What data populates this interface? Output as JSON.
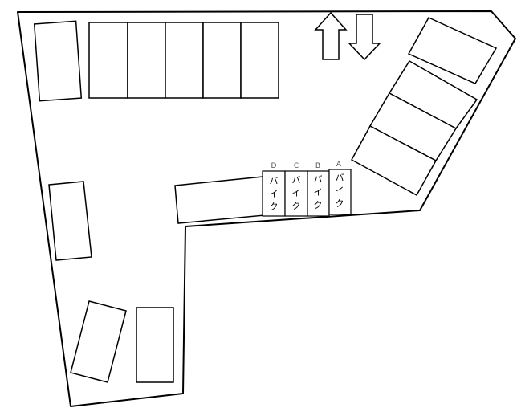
{
  "bike_spaces": [
    {
      "letter": "D",
      "kana": [
        "バ",
        "イ",
        "ク"
      ]
    },
    {
      "letter": "C",
      "kana": [
        "バ",
        "イ",
        "ク"
      ]
    },
    {
      "letter": "B",
      "kana": [
        "バ",
        "イ",
        "ク"
      ]
    },
    {
      "letter": "A",
      "kana": [
        "バ",
        "イ",
        "ク"
      ]
    }
  ]
}
